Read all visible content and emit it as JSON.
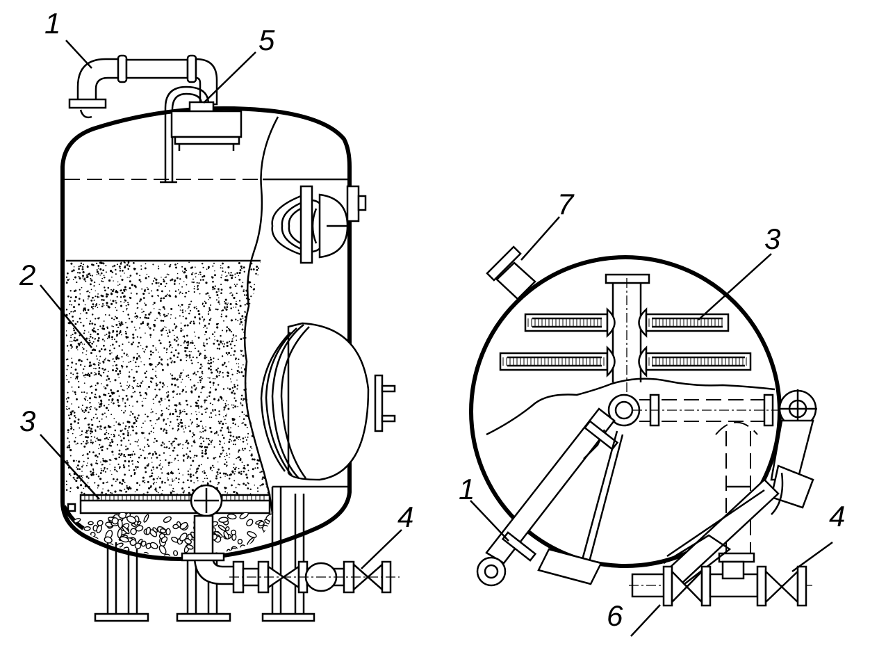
{
  "labels": {
    "side_view": [
      "1",
      "5",
      "2",
      "3",
      "4"
    ],
    "top_view": [
      "7",
      "3",
      "1",
      "4",
      "6"
    ]
  }
}
